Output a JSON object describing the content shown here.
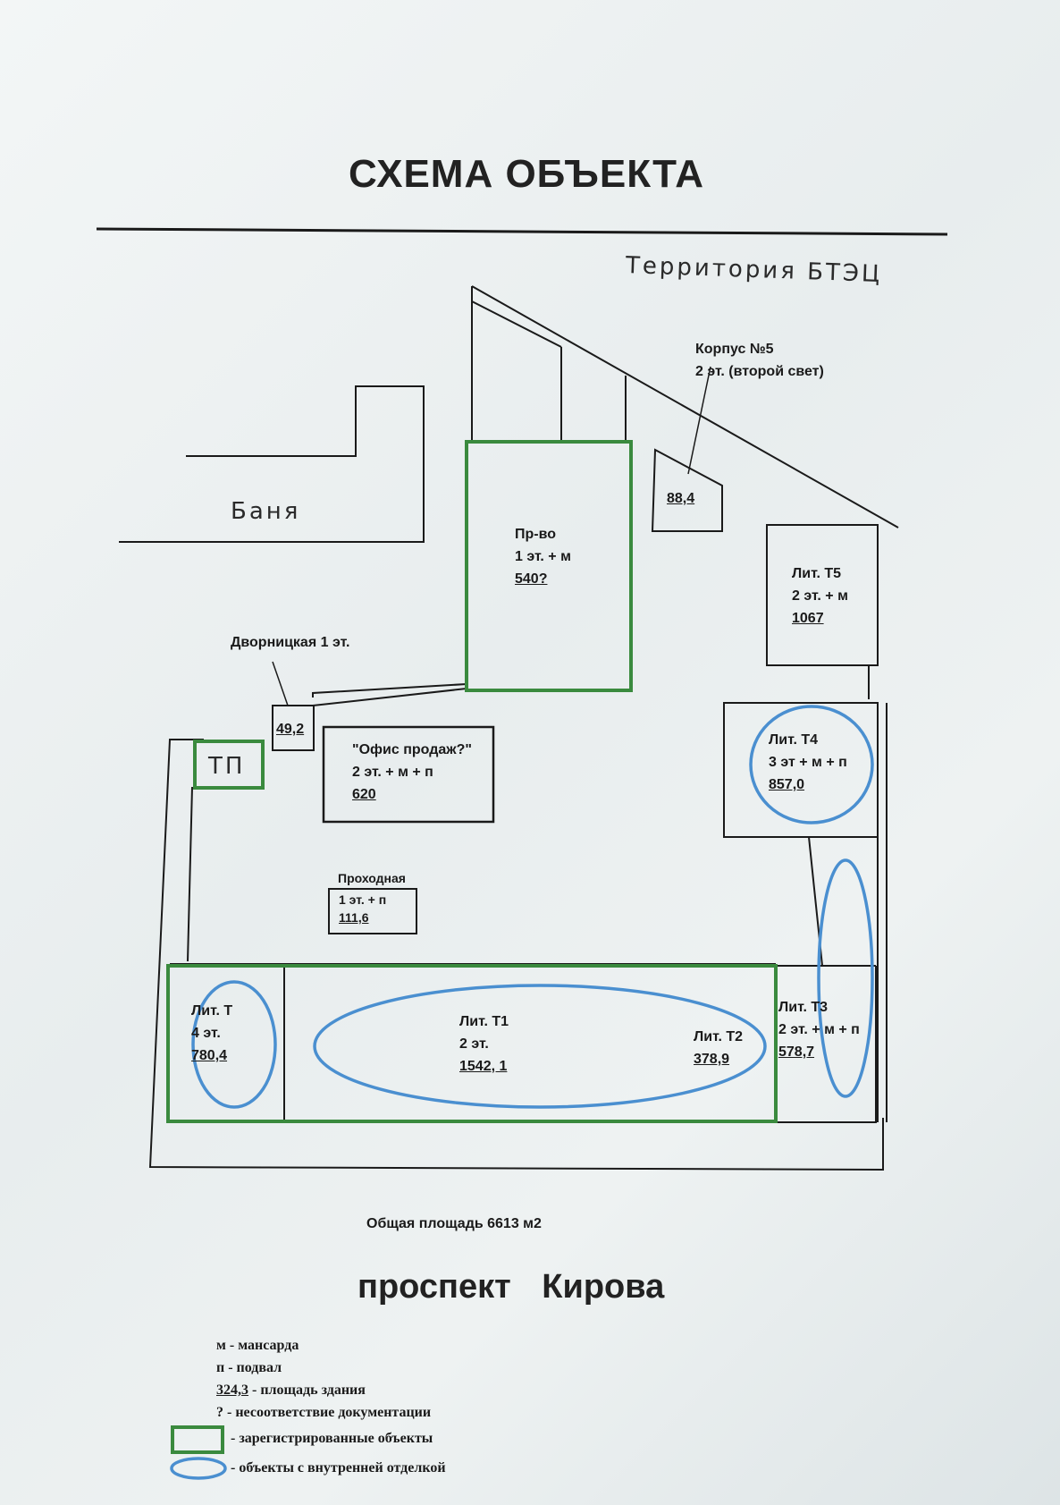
{
  "title": "СХЕМА ОБЪЕКТА",
  "territory_label": "Территория БТЭЦ",
  "banya_label": "Баня",
  "tp_label": "ТП",
  "buildings": {
    "korpus5": {
      "name": "Корпус №5",
      "floors": "2 эт. (второй свет)",
      "area": "88,4"
    },
    "prvo": {
      "name": "Пр-во",
      "floors": "1 эт. + м",
      "area": "540?"
    },
    "t5": {
      "name": "Лит. Т5",
      "floors": "2 эт. + м",
      "area": "1067"
    },
    "dvornitskaya": {
      "name": "Дворницкая 1 эт.",
      "area": "49,2"
    },
    "office": {
      "name": "\"Офис продаж?\"",
      "floors": "2 эт. + м + п",
      "area": "620"
    },
    "t4": {
      "name": "Лит. Т4",
      "floors": "3 эт + м + п",
      "area": "857,0"
    },
    "prokhodnaya": {
      "name": "Проходная",
      "floors": "1 эт. + п",
      "area": "111,6"
    },
    "t": {
      "name": "Лит. Т",
      "floors": "4 эт.",
      "area": "780,4"
    },
    "t1": {
      "name": "Лит. Т1",
      "floors": "2 эт.",
      "area": "1542, 1"
    },
    "t2": {
      "name": "Лит. Т2",
      "area": "378,9"
    },
    "t3": {
      "name": "Лит. Т3",
      "floors": "2 эт. + м + п",
      "area": "578,7"
    }
  },
  "total_area": "Общая площадь 6613 м2",
  "street": "проспект Кирова",
  "legend": {
    "m": "м - мансарда",
    "p": "п - подвал",
    "area_value": "324,3",
    "area_text": " - площадь здания",
    "question": "? - несоответствие документации",
    "registered": "- зарегистрированные объекты",
    "finished": "- объекты с внутренней отделкой"
  },
  "colors": {
    "registered": "#3a8a3e",
    "finished": "#4a8fd0",
    "lines": "#1a1a1a"
  }
}
